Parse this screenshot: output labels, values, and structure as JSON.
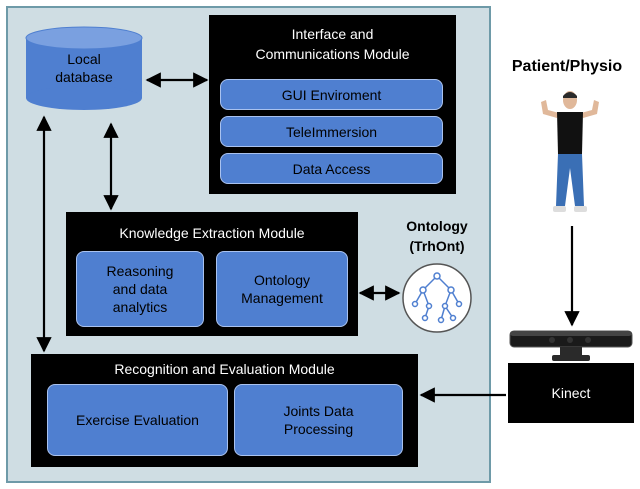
{
  "local_database": {
    "label_line1": "Local",
    "label_line2": "database"
  },
  "interface_module": {
    "title_line1": "Interface and",
    "title_line2": "Communications  Module",
    "items": [
      "GUI Enviroment",
      "TeleImmersion",
      "Data Access"
    ]
  },
  "knowledge_module": {
    "title": "Knowledge Extraction Module",
    "items": [
      {
        "line1": "Reasoning",
        "line2": "and data",
        "line3": "analytics"
      },
      {
        "line1": "Ontology",
        "line2": "Management"
      }
    ]
  },
  "recognition_module": {
    "title": "Recognition and Evaluation Module",
    "items": [
      {
        "line1": "Exercise Evaluation"
      },
      {
        "line1": "Joints Data",
        "line2": "Processing"
      }
    ]
  },
  "ontology": {
    "line1": "Ontology",
    "line2": "(TrhOnt)"
  },
  "patient": {
    "label": "Patient/Physio"
  },
  "kinect": {
    "label": "Kinect"
  },
  "colors": {
    "system_background": "#cfdde3",
    "module_background": "#000000",
    "sub_box": "#4f7fd0",
    "database": "#4f7fd0"
  }
}
